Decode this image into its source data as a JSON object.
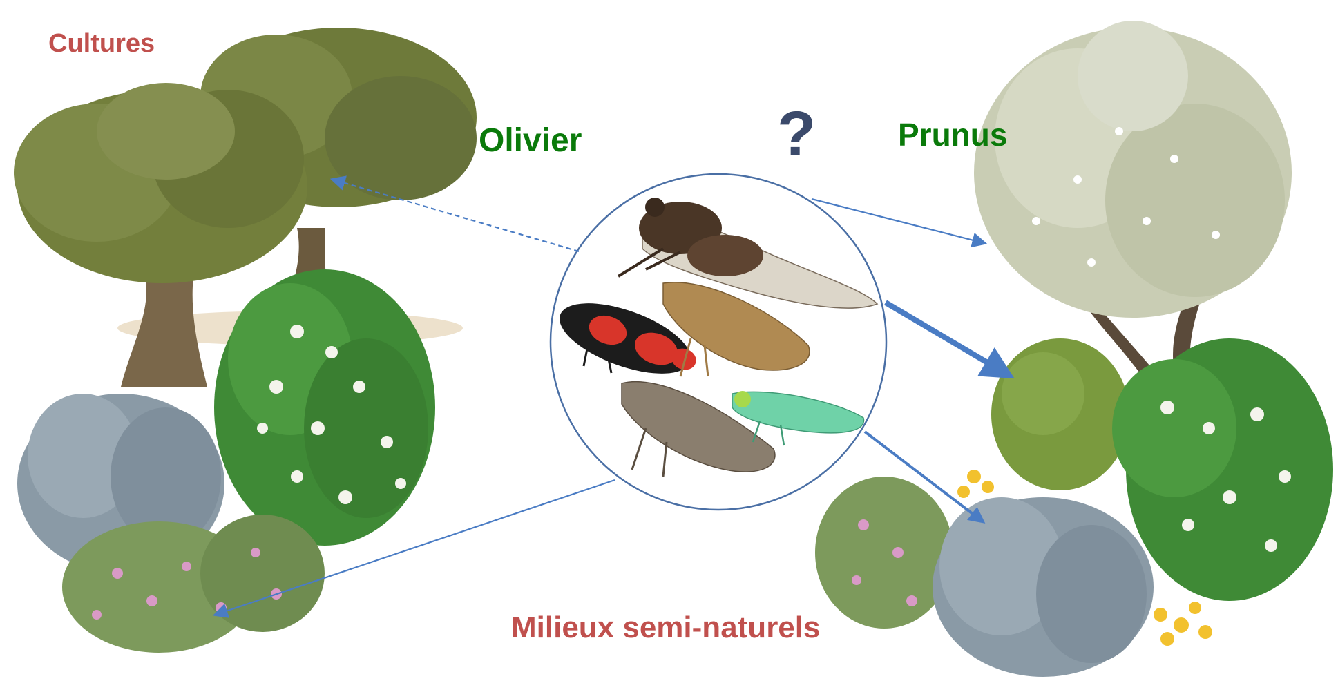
{
  "labels": {
    "cultures": "Cultures",
    "olivier": "Olivier",
    "question": "?",
    "prunus": "Prunus",
    "milieux": "Milieux semi-naturels"
  },
  "colors": {
    "label_red": "#c0504d",
    "label_green": "#0a7a0a",
    "question_mark": "#3b4a6b",
    "arrow_blue": "#4a7cc4",
    "circle_outline": "#4a6fa5"
  },
  "illustrations": [
    "olive-trees",
    "prunus-tree",
    "flowering-shrubs",
    "lavender",
    "cistus",
    "yellow-flowers",
    "boxwood",
    "cicada",
    "froghopper-red-black",
    "brown-planthopper",
    "grey-spittlebug",
    "green-leafhopper"
  ]
}
